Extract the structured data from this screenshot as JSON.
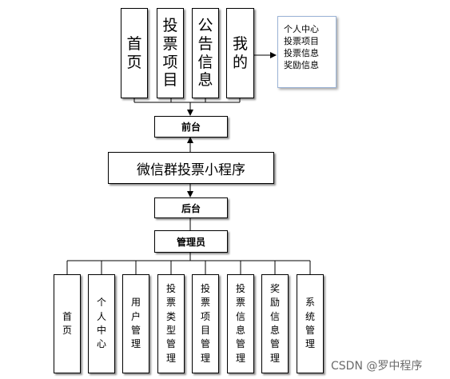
{
  "front_items": [
    "首页",
    "投票项目",
    "公告信息",
    "我的"
  ],
  "my_submenu": [
    "个人中心",
    "投票项目",
    "投票信息",
    "奖励信息"
  ],
  "front_hub": "前台",
  "app_name": "微信群投票小程序",
  "back_hub": "后台",
  "admin": "管理员",
  "back_items": [
    "首页",
    "个人中心",
    "用户管理",
    "投票类型管理",
    "投票项目管理",
    "投票信息管理",
    "奖励信息管理",
    "系统管理"
  ],
  "watermark": "CSDN @罗中程序"
}
